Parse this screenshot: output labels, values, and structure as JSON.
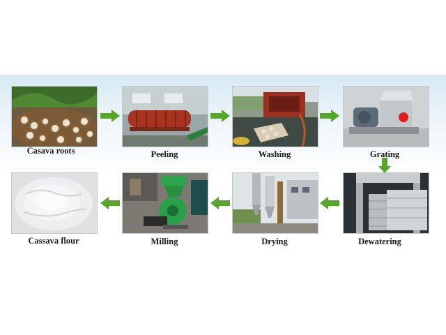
{
  "steps": [
    {
      "label": "Casava roots"
    },
    {
      "label": "Peeling"
    },
    {
      "label": "Washing"
    },
    {
      "label": "Grating"
    },
    {
      "label": "Dewatering"
    },
    {
      "label": "Drying"
    },
    {
      "label": "Milling"
    },
    {
      "label": "Cassava  flour"
    }
  ],
  "colors": {
    "arrow": "#55a629",
    "panel_top": "#d7e9f3",
    "label_text": "#1b1b1b"
  }
}
